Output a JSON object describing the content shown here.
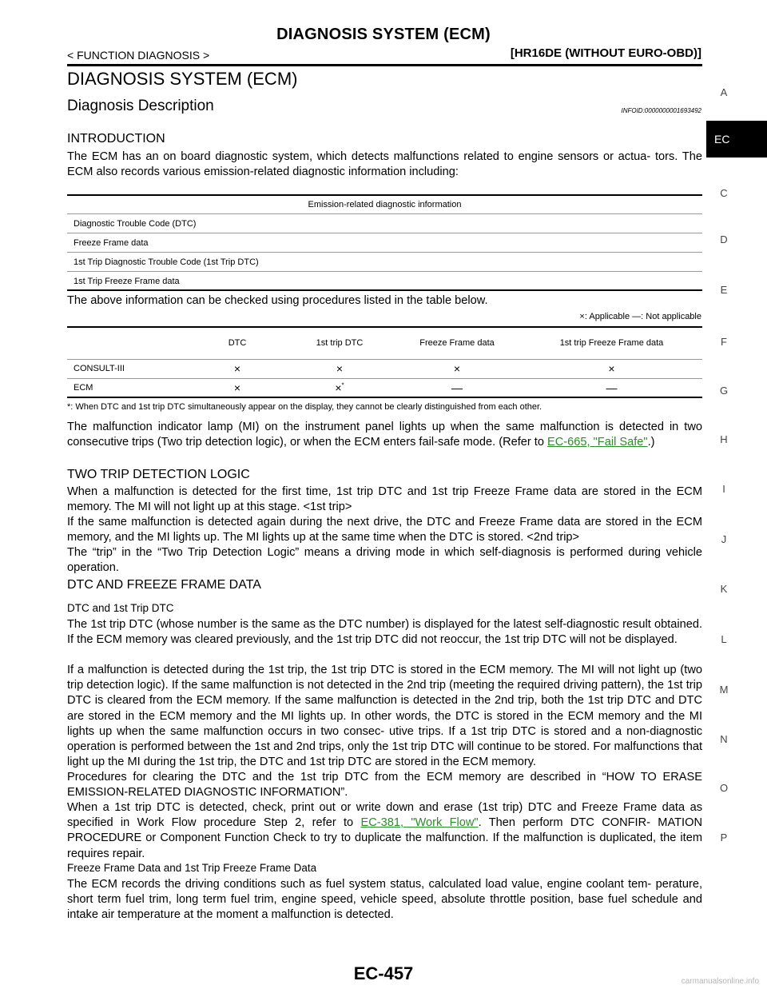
{
  "header": {
    "title": "DIAGNOSIS SYSTEM (ECM)",
    "left": "< FUNCTION DIAGNOSIS >",
    "right": "[HR16DE (WITHOUT EURO-OBD)]"
  },
  "section_title": "DIAGNOSIS SYSTEM (ECM)",
  "subsection": {
    "title": "Diagnosis Description",
    "infoid": "INFOID:0000000001693492"
  },
  "intro": {
    "heading": "INTRODUCTION",
    "text": "The ECM has an on board diagnostic system, which detects malfunctions related to engine sensors or actua- tors. The ECM also records various emission-related diagnostic information including:"
  },
  "table1": {
    "header": "Emission-related diagnostic information",
    "rows": [
      "Diagnostic Trouble Code (DTC)",
      "Freeze Frame data",
      "1st Trip Diagnostic Trouble Code (1st Trip DTC)",
      "1st Trip Freeze Frame data"
    ]
  },
  "table_intro": "The above information can be checked using procedures listed in the table below.",
  "legend": "×: Applicable    —: Not applicable",
  "table2": {
    "headers": [
      "",
      "DTC",
      "1st trip DTC",
      "Freeze Frame data",
      "1st trip Freeze Frame data"
    ],
    "rows": [
      {
        "label": "CONSULT-III",
        "dtc": "×",
        "trip_dtc": "×",
        "trip_dtc_mark": "",
        "ffd": "×",
        "trip_ffd": "×"
      },
      {
        "label": "ECM",
        "dtc": "×",
        "trip_dtc": "×",
        "trip_dtc_mark": "*",
        "ffd": "—",
        "trip_ffd": "—"
      }
    ],
    "note": "*: When DTC and 1st trip DTC simultaneously appear on the display, they cannot be clearly distinguished from each other."
  },
  "mi_para": {
    "text": "The malfunction indicator lamp (MI) on the instrument panel lights up when the same malfunction is detected in two consecutive trips (Two trip detection logic), or when the ECM enters fail-safe mode. (Refer to ",
    "link": "EC-665, \"Fail Safe\"",
    "end": ".)"
  },
  "two_trip": {
    "heading": "TWO TRIP DETECTION LOGIC",
    "p1": "When a malfunction is detected for the first time, 1st trip DTC and 1st trip Freeze Frame data are stored in the ECM memory. The MI will not light up at this stage. <1st trip>",
    "p2": "If the same malfunction is detected again during the next drive, the DTC and Freeze Frame data are stored in the ECM memory, and the MI lights up. The MI lights up at the same time when the DTC is stored. <2nd trip>",
    "p3": "The “trip” in the “Two Trip Detection Logic” means a driving mode in which self-diagnosis is performed during vehicle operation."
  },
  "dtc_ffd": {
    "heading": "DTC AND FREEZE FRAME DATA",
    "sub1": "DTC and 1st Trip DTC",
    "p1": "The 1st trip DTC (whose number is the same as the DTC number) is displayed for the latest self-diagnostic result obtained. If the ECM memory was cleared previously, and the 1st trip DTC did not reoccur, the 1st trip DTC will not be displayed.",
    "p2": "If a malfunction is detected during the 1st trip, the 1st trip DTC is stored in the ECM memory. The MI will not light up (two trip detection logic). If the same malfunction is not detected in the 2nd trip (meeting the required driving pattern), the 1st trip DTC is cleared from the ECM memory. If the same malfunction is detected in the 2nd trip, both the 1st trip DTC and DTC are stored in the ECM memory and the MI lights up. In other words, the DTC is stored in the ECM memory and the MI lights up when the same malfunction occurs in two consec- utive trips. If a 1st trip DTC is stored and a non-diagnostic operation is performed between the 1st and 2nd trips, only the 1st trip DTC will continue to be stored. For malfunctions that light up the MI during the 1st trip, the DTC and 1st trip DTC are stored in the ECM memory.",
    "p3": "Procedures for clearing the DTC and the 1st trip DTC from the ECM memory are described in “HOW TO ERASE EMISSION-RELATED DIAGNOSTIC INFORMATION”.",
    "p4_a": "When a 1st trip DTC is detected, check, print out or write down and erase (1st trip) DTC and Freeze Frame data as specified in Work Flow procedure Step 2, refer to ",
    "p4_link": "EC-381, \"Work Flow\"",
    "p4_b": ". Then perform DTC CONFIR- MATION PROCEDURE or Component Function Check to try to duplicate the malfunction. If the malfunction is duplicated, the item requires repair.",
    "sub2": "Freeze Frame Data and 1st Trip Freeze Frame Data",
    "p5": "The ECM records the driving conditions such as fuel system status, calculated load value, engine coolant tem- perature, short term fuel trim, long term fuel trim, engine speed, vehicle speed, absolute throttle position, base fuel schedule and intake air temperature at the moment a malfunction is detected."
  },
  "side_tabs": [
    "A",
    "EC",
    "C",
    "D",
    "E",
    "F",
    "G",
    "H",
    "I",
    "J",
    "K",
    "L",
    "M",
    "N",
    "O",
    "P"
  ],
  "footer": "EC-457",
  "watermark": "carmanualsonline.info"
}
